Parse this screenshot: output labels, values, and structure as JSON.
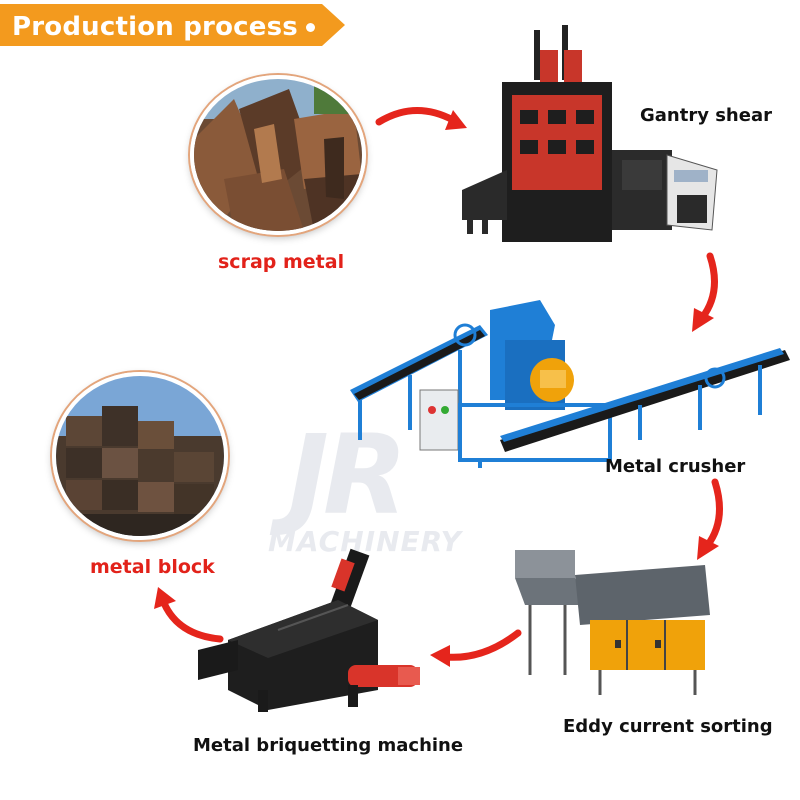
{
  "header": {
    "title": "Production process",
    "color": "#f39a1e"
  },
  "steps": [
    {
      "label": "scrap metal",
      "icon": "scrap-metal-photo"
    },
    {
      "label": "Gantry shear",
      "icon": "gantry-shear-machine"
    },
    {
      "label": "Metal crusher",
      "icon": "metal-crusher-machine"
    },
    {
      "label": "Eddy current sorting",
      "icon": "eddy-current-separator"
    },
    {
      "label": "Metal briquetting machine",
      "icon": "briquetting-machine"
    },
    {
      "label": "metal block",
      "icon": "metal-block-photo"
    }
  ],
  "watermark": {
    "logo": "JR",
    "sub": "MACHINERY"
  },
  "colors": {
    "arrow": "#e5251c",
    "accent_label": "#e2221a",
    "crusher_blue": "#1f7fd6",
    "shear_red": "#c8362a",
    "sorter_orange": "#f0a20a"
  }
}
